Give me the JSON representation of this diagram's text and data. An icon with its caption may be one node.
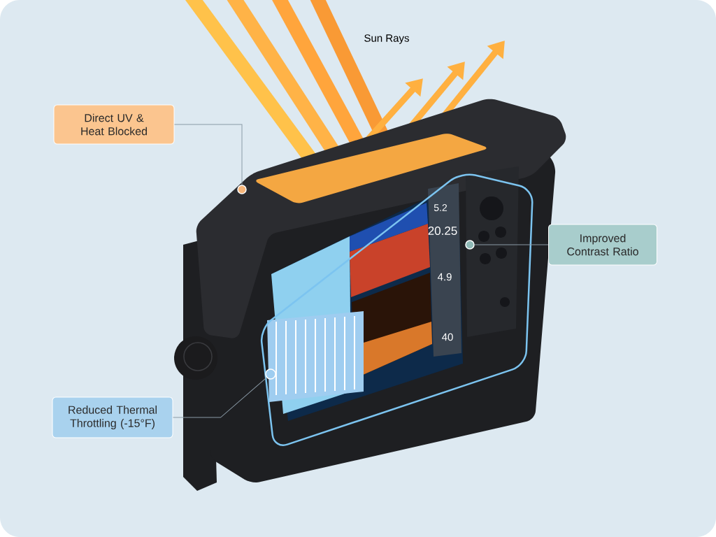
{
  "diagram": {
    "nodes": [
      {
        "text": [
          "Direct UV & Heat Blocked"
        ]
      },
      {
        "text": [
          "Improved Contrast Ratio"
        ]
      },
      {
        "text": [
          "Reduced Thermal Throttling (-15°F)"
        ]
      },
      {
        "text": [],
        "shape": "circle"
      },
      {
        "text": [],
        "shape": "circle"
      },
      {
        "text": [],
        "shape": "circle"
      }
    ],
    "edges": [
      {
        "from": 0,
        "to": 3,
        "arrow": "none"
      },
      {
        "from": 1,
        "to": 4,
        "arrow": "none"
      },
      {
        "from": 2,
        "to": 5,
        "arrow": "none"
      }
    ],
    "labels": [
      "Sun Rays",
      "5.2",
      "20.25",
      "4.9",
      "40"
    ]
  }
}
